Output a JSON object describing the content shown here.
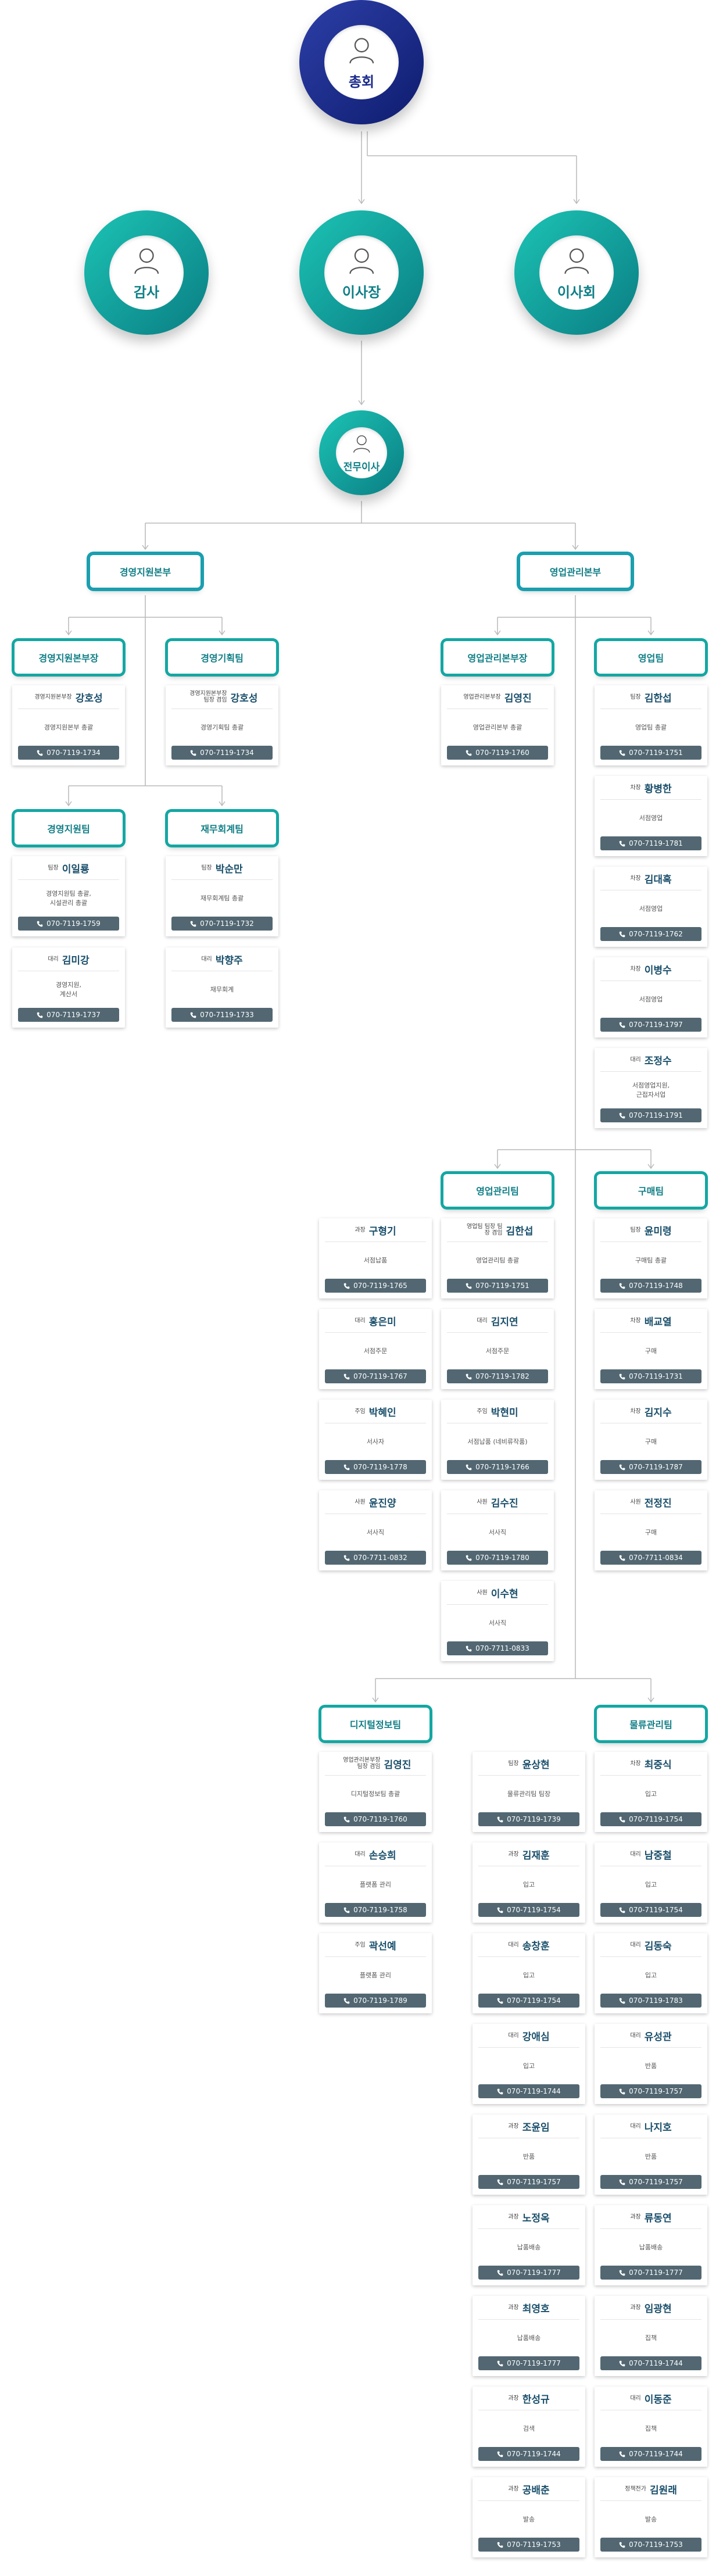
{
  "top": {
    "label": "총회"
  },
  "row2": {
    "left": "감사",
    "center": "이사장",
    "right": "이사회"
  },
  "executive": {
    "label": "전무이사"
  },
  "hq": {
    "left": "경영지원본부",
    "right": "영업관리본부"
  },
  "teams": {
    "biz_director": "경영지원본부장",
    "planning": "경영기획팀",
    "support": "경영지원팀",
    "finance": "재무회계팀",
    "sales_director": "영업관리본부장",
    "sales": "영업팀",
    "sales_mgmt": "영업관리팀",
    "purchase": "구매팀",
    "digital": "디지털정보팀",
    "logistics": "물류관리팀"
  },
  "cards": [
    {
      "id": "c1",
      "role": "경영지원본부장",
      "name": "강호성",
      "duty": "경영지원본부 총괄",
      "phone": "070-7119-1734"
    },
    {
      "id": "c2",
      "role": "경영지원본부장\n팀장 겸임",
      "name": "강호성",
      "duty": "경영기획팀 총괄",
      "phone": "070-7119-1734"
    },
    {
      "id": "c3",
      "role": "팀장",
      "name": "이일룡",
      "duty": "경영지원팀 총괄,\n시설관리 총괄",
      "phone": "070-7119-1759"
    },
    {
      "id": "c4",
      "role": "대리",
      "name": "김미강",
      "duty": "경영지원,\n계산서",
      "phone": "070-7119-1737"
    },
    {
      "id": "c5",
      "role": "팀장",
      "name": "박순만",
      "duty": "재무회계팀 총괄",
      "phone": "070-7119-1732"
    },
    {
      "id": "c6",
      "role": "대리",
      "name": "박향주",
      "duty": "재무회계",
      "phone": "070-7119-1733"
    },
    {
      "id": "c7",
      "role": "영업관리본부장",
      "name": "김영진",
      "duty": "영업관리본부 총괄",
      "phone": "070-7119-1760"
    },
    {
      "id": "c8",
      "role": "팀장",
      "name": "김한섭",
      "duty": "영업팀 총괄",
      "phone": "070-7119-1751"
    },
    {
      "id": "c9",
      "role": "차장",
      "name": "황병한",
      "duty": "서점영업",
      "phone": "070-7119-1781"
    },
    {
      "id": "c10",
      "role": "차장",
      "name": "김대혹",
      "duty": "서점영업",
      "phone": "070-7119-1762"
    },
    {
      "id": "c11",
      "role": "차장",
      "name": "이병수",
      "duty": "서점영업",
      "phone": "070-7119-1797"
    },
    {
      "id": "c12",
      "role": "대리",
      "name": "조정수",
      "duty": "서점영업지원,\n근접자서업",
      "phone": "070-7119-1791"
    },
    {
      "id": "c13",
      "role": "과장",
      "name": "구형기",
      "duty": "서점납품",
      "phone": "070-7119-1765"
    },
    {
      "id": "c14",
      "role": "대리",
      "name": "홍은미",
      "duty": "서점주문",
      "phone": "070-7119-1767"
    },
    {
      "id": "c15",
      "role": "주임",
      "name": "박혜인",
      "duty": "서사자",
      "phone": "070-7119-1778"
    },
    {
      "id": "c16",
      "role": "사원",
      "name": "윤진양",
      "duty": "서사직",
      "phone": "070-7711-0832"
    },
    {
      "id": "c17",
      "role": "영업팀 팀장\n팀장 겸임",
      "name": "김한섭",
      "duty": "영업관리팀 총괄",
      "phone": "070-7119-1751"
    },
    {
      "id": "c18",
      "role": "대리",
      "name": "김지연",
      "duty": "서점주문",
      "phone": "070-7119-1782"
    },
    {
      "id": "c19",
      "role": "주임",
      "name": "박현미",
      "duty": "서점납품 (네비류작품)",
      "phone": "070-7119-1766"
    },
    {
      "id": "c20",
      "role": "사원",
      "name": "김수진",
      "duty": "서사직",
      "phone": "070-7119-1780"
    },
    {
      "id": "c21",
      "role": "사원",
      "name": "이수현",
      "duty": "서사직",
      "phone": "070-7711-0833"
    },
    {
      "id": "c22",
      "role": "팀장",
      "name": "윤미령",
      "duty": "구매팀 총괄",
      "phone": "070-7119-1748"
    },
    {
      "id": "c23",
      "role": "차장",
      "name": "배교열",
      "duty": "구매",
      "phone": "070-7119-1731"
    },
    {
      "id": "c24",
      "role": "차장",
      "name": "김지수",
      "duty": "구매",
      "phone": "070-7119-1787"
    },
    {
      "id": "c25",
      "role": "사원",
      "name": "전정진",
      "duty": "구매",
      "phone": "070-7711-0834"
    },
    {
      "id": "c26",
      "role": "영업관리본부장\n팀장 겸임",
      "name": "김영진",
      "duty": "디지털정보팀 총괄",
      "phone": "070-7119-1760"
    },
    {
      "id": "c27",
      "role": "대리",
      "name": "손승희",
      "duty": "플랫폼 관리",
      "phone": "070-7119-1758"
    },
    {
      "id": "c28",
      "role": "주임",
      "name": "곽선예",
      "duty": "플랫폼 관리",
      "phone": "070-7119-1789"
    },
    {
      "id": "c29",
      "role": "팀장",
      "name": "윤상현",
      "duty": "물류관리팀 팀장",
      "phone": "070-7119-1739"
    },
    {
      "id": "c30",
      "role": "과장",
      "name": "김재훈",
      "duty": "입고",
      "phone": "070-7119-1754"
    },
    {
      "id": "c31",
      "role": "대리",
      "name": "송창훈",
      "duty": "입고",
      "phone": "070-7119-1754"
    },
    {
      "id": "c32",
      "role": "대리",
      "name": "강애심",
      "duty": "입고",
      "phone": "070-7119-1744"
    },
    {
      "id": "c33",
      "role": "과장",
      "name": "조윤임",
      "duty": "반품",
      "phone": "070-7119-1757"
    },
    {
      "id": "c34",
      "role": "과장",
      "name": "노정옥",
      "duty": "납품배송",
      "phone": "070-7119-1777"
    },
    {
      "id": "c35",
      "role": "과장",
      "name": "최영호",
      "duty": "납품배송",
      "phone": "070-7119-1777"
    },
    {
      "id": "c36",
      "role": "과장",
      "name": "한성규",
      "duty": "검색",
      "phone": "070-7119-1744"
    },
    {
      "id": "c37",
      "role": "과장",
      "name": "공배춘",
      "duty": "발송",
      "phone": "070-7119-1753"
    },
    {
      "id": "c38",
      "role": "차장",
      "name": "최중식",
      "duty": "입고",
      "phone": "070-7119-1754"
    },
    {
      "id": "c39",
      "role": "대리",
      "name": "남중철",
      "duty": "입고",
      "phone": "070-7119-1754"
    },
    {
      "id": "c40",
      "role": "대리",
      "name": "김동숙",
      "duty": "입고",
      "phone": "070-7119-1783"
    },
    {
      "id": "c41",
      "role": "대리",
      "name": "유성관",
      "duty": "반품",
      "phone": "070-7119-1757"
    },
    {
      "id": "c42",
      "role": "대리",
      "name": "나지호",
      "duty": "반품",
      "phone": "070-7119-1757"
    },
    {
      "id": "c43",
      "role": "과장",
      "name": "류동연",
      "duty": "납품배송",
      "phone": "070-7119-1777"
    },
    {
      "id": "c44",
      "role": "과장",
      "name": "임광현",
      "duty": "집책",
      "phone": "070-7119-1744"
    },
    {
      "id": "c45",
      "role": "대리",
      "name": "이동준",
      "duty": "집책",
      "phone": "070-7119-1744"
    },
    {
      "id": "c46",
      "role": "정책전가",
      "name": "김원래",
      "duty": "발송",
      "phone": "070-7119-1753"
    }
  ],
  "colors": {
    "navy": "#1a2a8c",
    "teal": "#0d7f87",
    "phone_bg": "#526772"
  },
  "icons": {
    "person": "person-silhouette-icon",
    "phone": "phone-icon"
  }
}
